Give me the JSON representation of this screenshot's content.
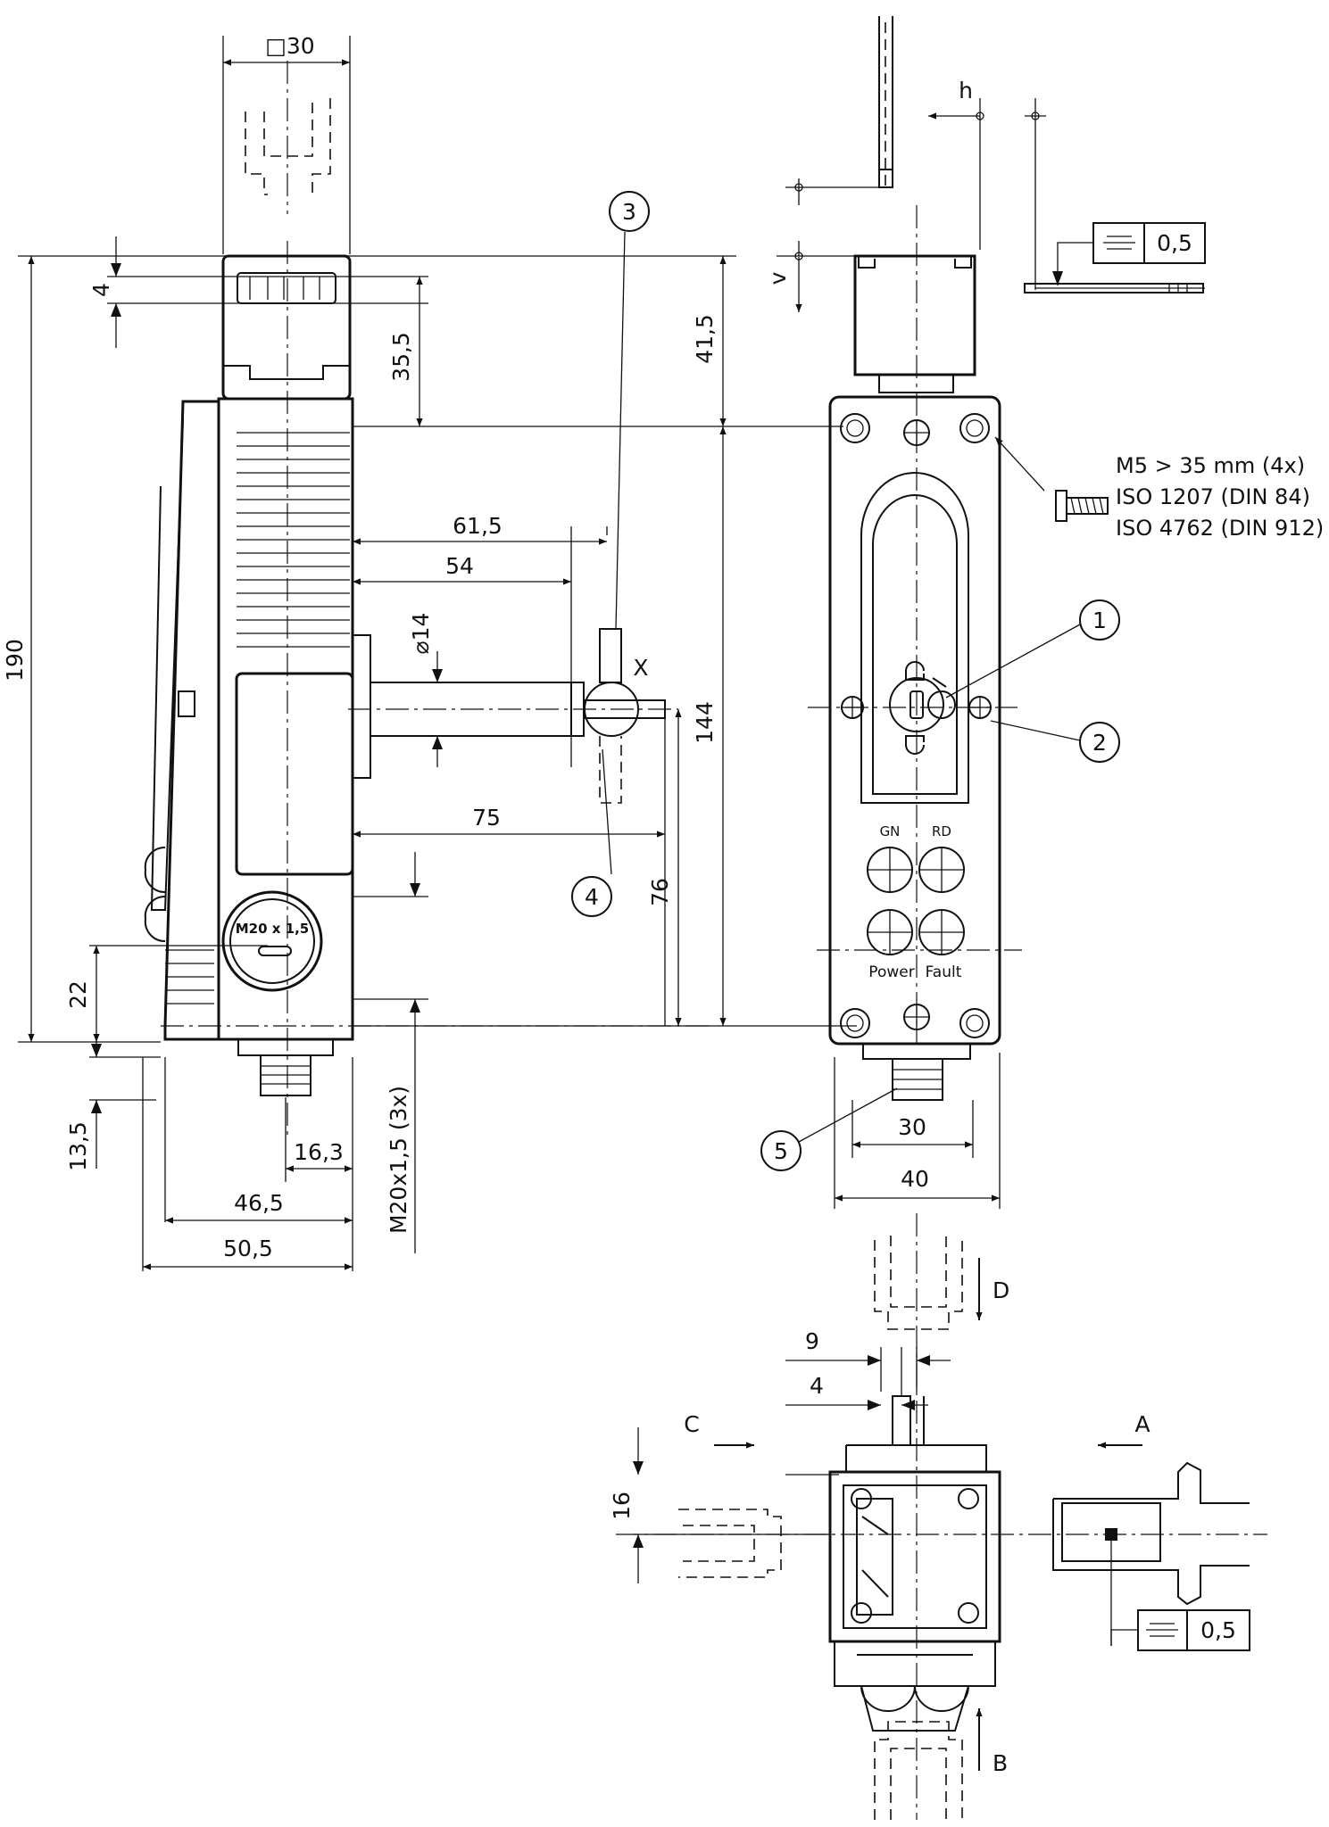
{
  "dimensions": {
    "square_30": "□30",
    "d4": "4",
    "d35_5": "35,5",
    "d41_5": "41,5",
    "d190": "190",
    "d61_5": "61,5",
    "d54": "54",
    "d14": "⌀14",
    "d144": "144",
    "d75": "75",
    "d76": "76",
    "d22": "22",
    "d13_5": "13,5",
    "d16_3": "16,3",
    "d46_5": "46,5",
    "d50_5": "50,5",
    "m20_3x": "M20x1,5 (3x)",
    "d30": "30",
    "d40": "40",
    "d9": "9",
    "d4b": "4",
    "d16": "16"
  },
  "labels": {
    "x": "X",
    "h": "h",
    "v": "v",
    "a": "A",
    "b": "B",
    "c": "C",
    "d": "D",
    "gn": "GN",
    "rd": "RD",
    "power": "Power",
    "fault": "Fault",
    "gland": "M20 x 1,5"
  },
  "callouts": [
    "1",
    "2",
    "3",
    "4",
    "5"
  ],
  "notes": {
    "screw1": "M5 > 35 mm (4x)",
    "screw2": "ISO 1207 (DIN 84)",
    "screw3": "ISO 4762 (DIN 912)"
  },
  "tolerance": {
    "symbol": "⌯",
    "value1": "0,5",
    "value2": "0,5"
  }
}
